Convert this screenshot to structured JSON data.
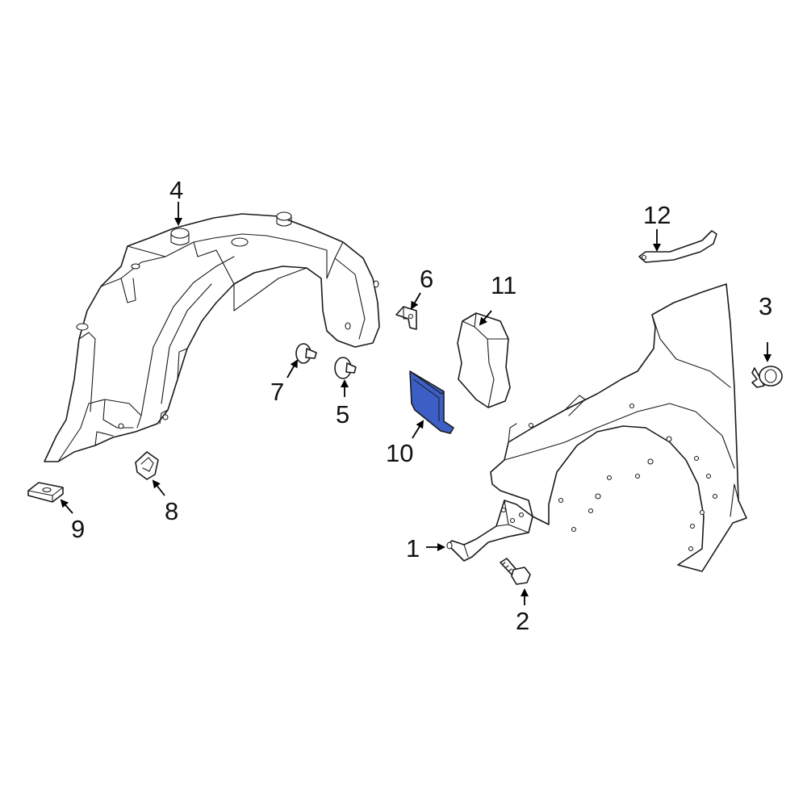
{
  "diagram": {
    "highlight_color": "#3b5fc4",
    "line_color": "#1a1a1a",
    "callouts": [
      {
        "id": "1",
        "label": "1"
      },
      {
        "id": "2",
        "label": "2"
      },
      {
        "id": "3",
        "label": "3"
      },
      {
        "id": "4",
        "label": "4"
      },
      {
        "id": "5",
        "label": "5"
      },
      {
        "id": "6",
        "label": "6"
      },
      {
        "id": "7",
        "label": "7"
      },
      {
        "id": "8",
        "label": "8"
      },
      {
        "id": "9",
        "label": "9"
      },
      {
        "id": "10",
        "label": "10"
      },
      {
        "id": "11",
        "label": "11"
      },
      {
        "id": "12",
        "label": "12"
      }
    ]
  }
}
